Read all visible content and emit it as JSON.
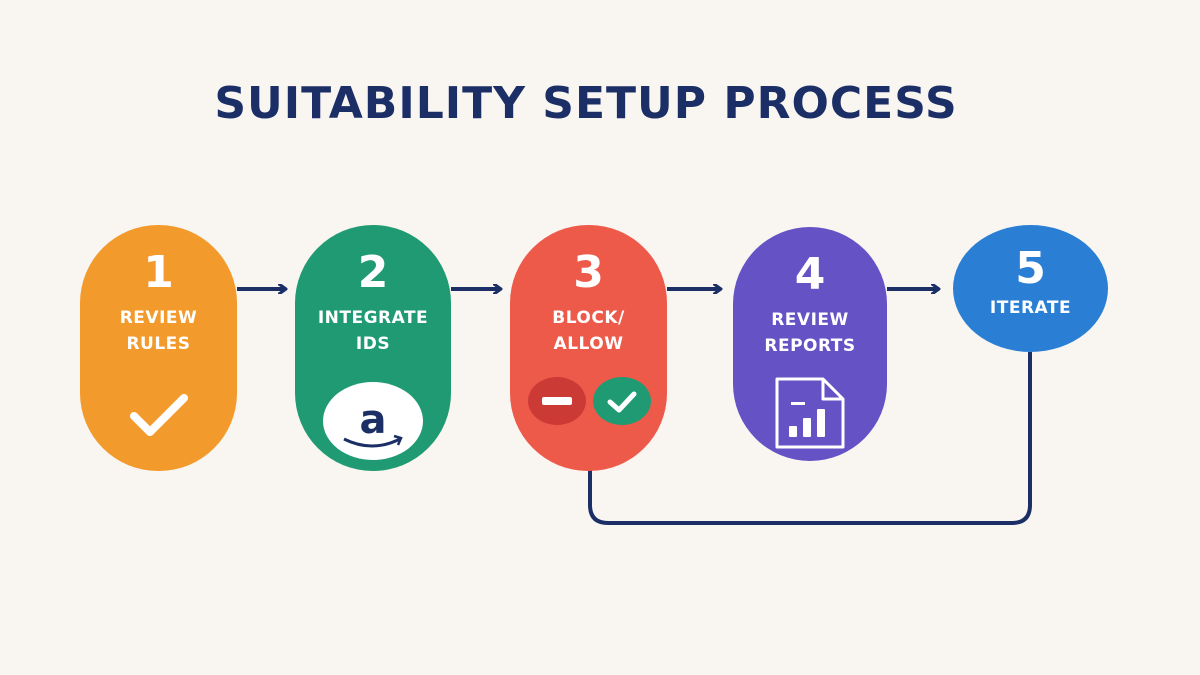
{
  "title": "SUITABILITY SETUP PROCESS",
  "steps": [
    {
      "number": "1",
      "label_line1": "REVIEW",
      "label_line2": "RULES",
      "icon": "checkmark-icon",
      "color": "#f39a2c"
    },
    {
      "number": "2",
      "label_line1": "INTEGRATE",
      "label_line2": "IDS",
      "icon": "amazon-logo-icon",
      "color": "#1f9a72"
    },
    {
      "number": "3",
      "label_line1": "BLOCK/",
      "label_line2": "ALLOW",
      "icon": "block-allow-icons",
      "color": "#ee5a4a"
    },
    {
      "number": "4",
      "label_line1": "REVIEW",
      "label_line2": "REPORTS",
      "icon": "report-document-icon",
      "color": "#6553c6"
    },
    {
      "number": "5",
      "label_line1": "ITERATE",
      "icon": "",
      "color": "#2a7fd4"
    }
  ],
  "connector_color": "#1b2f66"
}
